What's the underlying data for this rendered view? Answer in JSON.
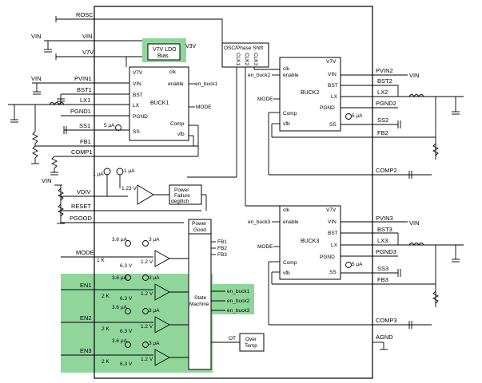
{
  "pins_left": {
    "rosc": "ROSC",
    "vin": "VIN",
    "v7v": "V7V",
    "pvin1": "PVIN1",
    "bst1": "BST1",
    "lx1": "LX1",
    "pgnd1": "PGND1",
    "ss1": "SS1",
    "fb1": "FB1",
    "comp1": "COMP1",
    "vdiv": "VDIV",
    "reset": "RESET",
    "pgood": "PGOOD",
    "mode": "MODE",
    "en1": "EN1",
    "en2": "EN2",
    "en3": "EN3"
  },
  "pins_right": {
    "pvin2": "PVIN2",
    "bst2": "BST2",
    "lx2": "LX2",
    "pgnd2": "PGND2",
    "ss2": "SS2",
    "fb2": "FB2",
    "comp2": "COMP2",
    "pvin3": "PVIN3",
    "bst3": "BST3",
    "lx3": "LX3",
    "pgnd3": "PGND3",
    "ss3": "SS3",
    "fb3": "FB3",
    "comp3": "COMP3",
    "agnd": "AGND"
  },
  "external": {
    "vin_left": "VIN",
    "vin_lower": "VIN",
    "vin_buck2": "VIN",
    "vin_buck3": "VIN"
  },
  "ldo": {
    "line1": "V7V LDO",
    "line2": "Bias",
    "out": "V3V"
  },
  "osc": {
    "title": "OSC/Phase Shift",
    "clk1": "CLK1",
    "clk2": "CLK2",
    "clk3": "CLK3"
  },
  "buck1": {
    "name": "BUCK1",
    "v7v": "V7V",
    "vin": "VIN",
    "bst": "BST",
    "lx": "LX",
    "pgnd": "PGND",
    "ss": "SS",
    "clk": "clk",
    "enable": "enable",
    "comp": "Comp",
    "vfb": "vfb",
    "mode": "MODE",
    "en_label": "en_buck1",
    "current": "5 μA"
  },
  "buck2": {
    "name": "BUCK2",
    "clk": "clk",
    "enable": "enable",
    "comp": "Comp",
    "vfb": "vfb",
    "mode": "MODE",
    "v7v": "V7V",
    "vin": "VIN",
    "bst": "BST",
    "lx": "LX",
    "pgnd": "PGND",
    "ss": "SS",
    "en_label": "en_buck2",
    "current": "5 μA"
  },
  "buck3": {
    "name": "BUCK3",
    "clk": "clk",
    "enable": "enable",
    "comp": "Comp",
    "vfb": "vfb",
    "mode": "MODE",
    "v7v": "V7V",
    "vin": "VIN",
    "bst": "BST",
    "lx": "LX",
    "pgnd": "PGND",
    "ss": "SS",
    "en_label": "en_buck3",
    "current": "5 μA"
  },
  "pfd": {
    "line1": "Power",
    "line2": "Failure",
    "line3": "deglitch",
    "ref": "1.23 V",
    "i1": "1 μA",
    "i2": "1 μA"
  },
  "pg": {
    "line1": "Power",
    "line2": "Good",
    "fb1": "FB1",
    "fb2": "FB2",
    "fb3": "FB3"
  },
  "sm": {
    "line1": "State",
    "line2": "Machine",
    "out1": "en_buck1",
    "out2": "en_buck2",
    "out3": "en_buck3"
  },
  "ot": {
    "line1": "Over",
    "line2": "Temp",
    "label": "OT"
  },
  "values": {
    "i36": "3.6 μA",
    "i3": "3 μA",
    "v63": "6.3 V",
    "v12": "1.2 V",
    "r2k": "2 K",
    "r1k": "1 K"
  }
}
